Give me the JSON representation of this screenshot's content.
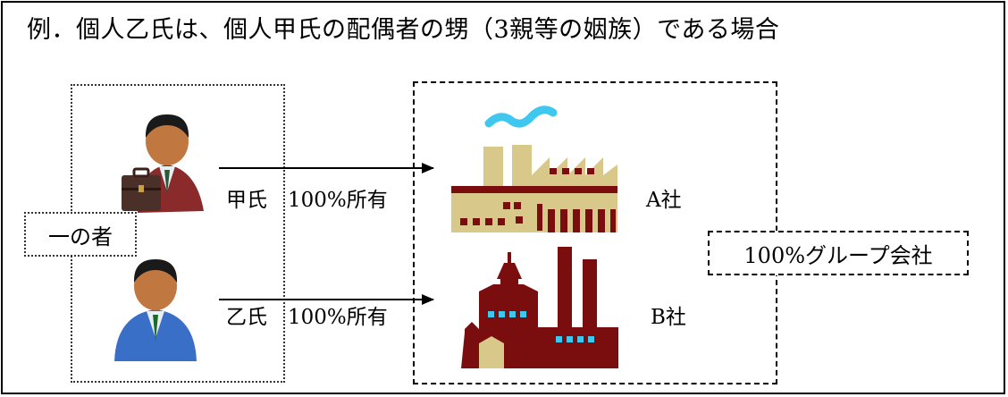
{
  "diagram": {
    "title": "例．個人乙氏は、個人甲氏の配偶者の甥（3親等の姻族）である場合",
    "one_person_label": "一の者",
    "group_label": "100%グループ会社",
    "persons": [
      {
        "name": "甲氏",
        "ownership": "100%所有",
        "icon": "businessman-briefcase-icon"
      },
      {
        "name": "乙氏",
        "ownership": "100%所有",
        "icon": "businessman-icon"
      }
    ],
    "companies": [
      {
        "name": "A社",
        "icon": "factory-icon"
      },
      {
        "name": "B社",
        "icon": "mine-factory-icon"
      }
    ],
    "colors": {
      "factory_a": "#d8c88a",
      "factory_b": "#7a0e0e",
      "smoke": "#3ec8f0",
      "person_red_suit": "#8a2a2a",
      "person_blue_suit": "#3a6fc8"
    }
  }
}
